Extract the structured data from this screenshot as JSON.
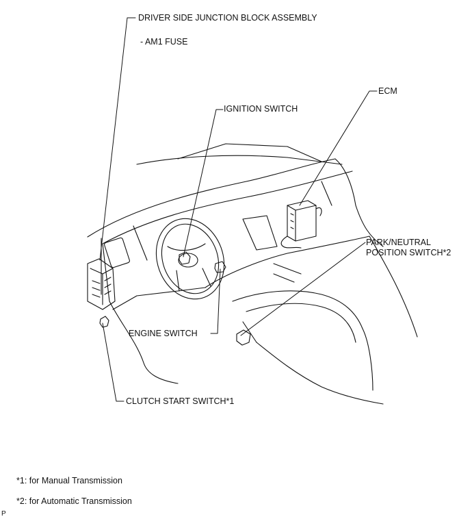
{
  "labels": {
    "junction_block": "DRIVER SIDE JUNCTION BLOCK ASSEMBLY",
    "am1_fuse": "- AM1 FUSE",
    "ecm": "ECM",
    "ignition_switch": "IGNITION SWITCH",
    "park_neutral": "PARK/NEUTRAL\nPOSITION SWITCH*2",
    "engine_switch": "ENGINE SWITCH",
    "clutch_start": "CLUTCH START SWITCH*1"
  },
  "footnotes": [
    "*1: for Manual Transmission",
    "*2: for Automatic Transmission"
  ],
  "corner_mark": "P"
}
